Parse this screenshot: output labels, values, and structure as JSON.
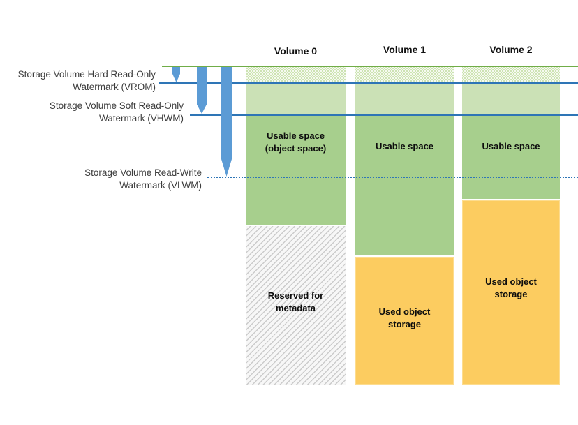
{
  "watermarks": [
    {
      "id": "vrom",
      "label": "Storage Volume Hard Read-Only\nWatermark (VROM)",
      "line_style": "solid"
    },
    {
      "id": "vhwm",
      "label": "Storage Volume Soft Read-Only\nWatermark (VHWM)",
      "line_style": "solid"
    },
    {
      "id": "vlwm",
      "label": "Storage Volume Read-Write\nWatermark (VLWM)",
      "line_style": "dotted"
    }
  ],
  "volumes": [
    {
      "title": "Volume 0",
      "usable_label": "Usable space\n(object space)",
      "bottom_label": "Reserved for\nmetadata",
      "bottom_type": "reserved-metadata"
    },
    {
      "title": "Volume 1",
      "usable_label": "Usable space",
      "bottom_label": "Used object\nstorage",
      "bottom_type": "used-object-storage"
    },
    {
      "title": "Volume 2",
      "usable_label": "Usable space",
      "bottom_label": "Used object\nstorage",
      "bottom_type": "used-object-storage"
    }
  ],
  "colors": {
    "usable_green": "#a7cf8d",
    "buffer_green": "#cbe1b6",
    "top_band_green_dots": "#c0db9f",
    "volume_top_line_green": "#70ad47",
    "watermark_line_blue": "#2e75b6",
    "arrow_blue": "#5b9bd5",
    "used_storage_orange": "#fccc60",
    "metadata_hatch_gray": "#cbcbcb"
  }
}
